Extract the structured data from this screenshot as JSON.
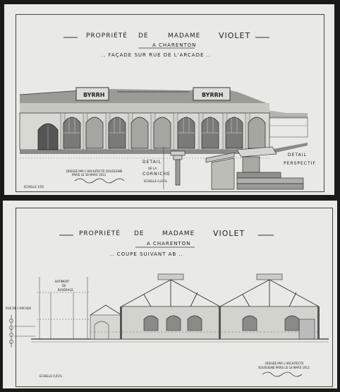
{
  "top": {
    "title_parts": [
      "PROPRIÉTÉ",
      "DE",
      "MADAME",
      "VIOLET"
    ],
    "location": "A CHARENTON",
    "view": ".. FAÇADE SUR RUE DE L'ARCADE ..",
    "signs": [
      "BYRRH",
      "BYRRH"
    ],
    "detail_cornice_label": "DETAIL",
    "detail_cornice_sub1": "DE LA",
    "detail_cornice_sub2": "CORNICHE",
    "detail_cornice_scale": "ECHELLE 0,20 %",
    "detail_persp_label": "DETAIL",
    "detail_persp_sub": "PERSPECTIF",
    "scale": "ECHELLE 1/50",
    "note_line1": "DRESSÉ PAR L'ARCHITECTE SOUSSIGNÉ",
    "note_line2": "PARIS LE 18 MARS 1912"
  },
  "bottom": {
    "title_parts": [
      "PROPRIÉTÉ",
      "DE",
      "MADAME",
      "VIOLET"
    ],
    "location": "A CHARENTON",
    "view": ".. COUPE SUIVANT AB ..",
    "batiment_line1": "BATIMENT",
    "batiment_line2": "DE",
    "batiment_line3": "BUVERAGE",
    "rue_label": "RUE DE L'ARCADE",
    "scale": "ECHELLE 0,01%",
    "note_line1": "DRESSÉ PAR L'ARCHITECTE",
    "note_line2": "SOUSSIGNÉ  PARIS LE 18 MARS 1912"
  }
}
